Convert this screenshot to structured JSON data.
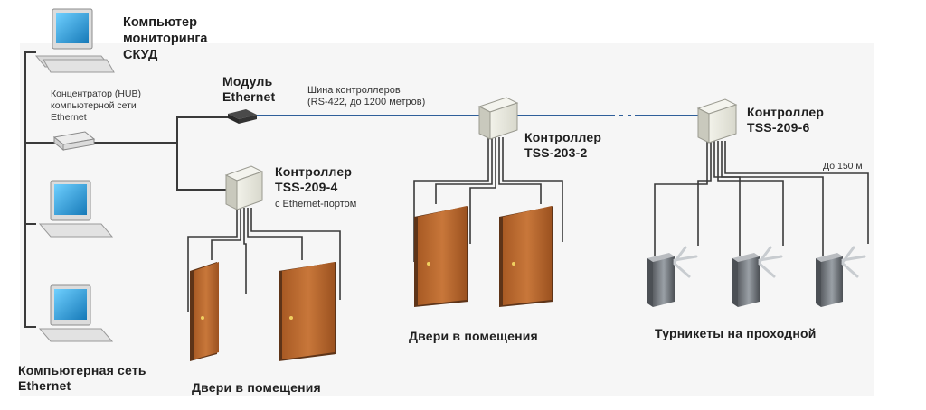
{
  "labels": {
    "monitor_pc_line1": "Компьютер",
    "monitor_pc_line2": "мониторинга",
    "monitor_pc_line3": "СКУД",
    "hub_line1": "Концентратор (HUB)",
    "hub_line2": "компьютерной сети",
    "hub_line3": "Ethernet",
    "module_line1": "Модуль",
    "module_line2": "Ethernet",
    "bus_line1": "Шина контроллеров",
    "bus_line2": "(RS-422, до 1200 метров)",
    "ctrl_209_4_line1": "Контроллер",
    "ctrl_209_4_line2": "TSS-209-4",
    "ctrl_209_4_note": "с Ethernet-портом",
    "ctrl_203_2_line1": "Контроллер",
    "ctrl_203_2_line2": "TSS-203-2",
    "ctrl_209_6_line1": "Контроллер",
    "ctrl_209_6_line2": "TSS-209-6",
    "distance": "До 150 м",
    "network_line1": "Компьютерная сеть",
    "network_line2": "Ethernet",
    "doors_left": "Двери в помещения",
    "doors_center": "Двери в помещения",
    "turnstiles": "Турникеты на проходной"
  },
  "colors": {
    "bus_line": "#2f5f9a",
    "cable": "#3a3a3a",
    "door": "#b8662c",
    "controller": "#e9e9df",
    "screen": "#1f9fd8",
    "turnstile": "#777b80"
  }
}
